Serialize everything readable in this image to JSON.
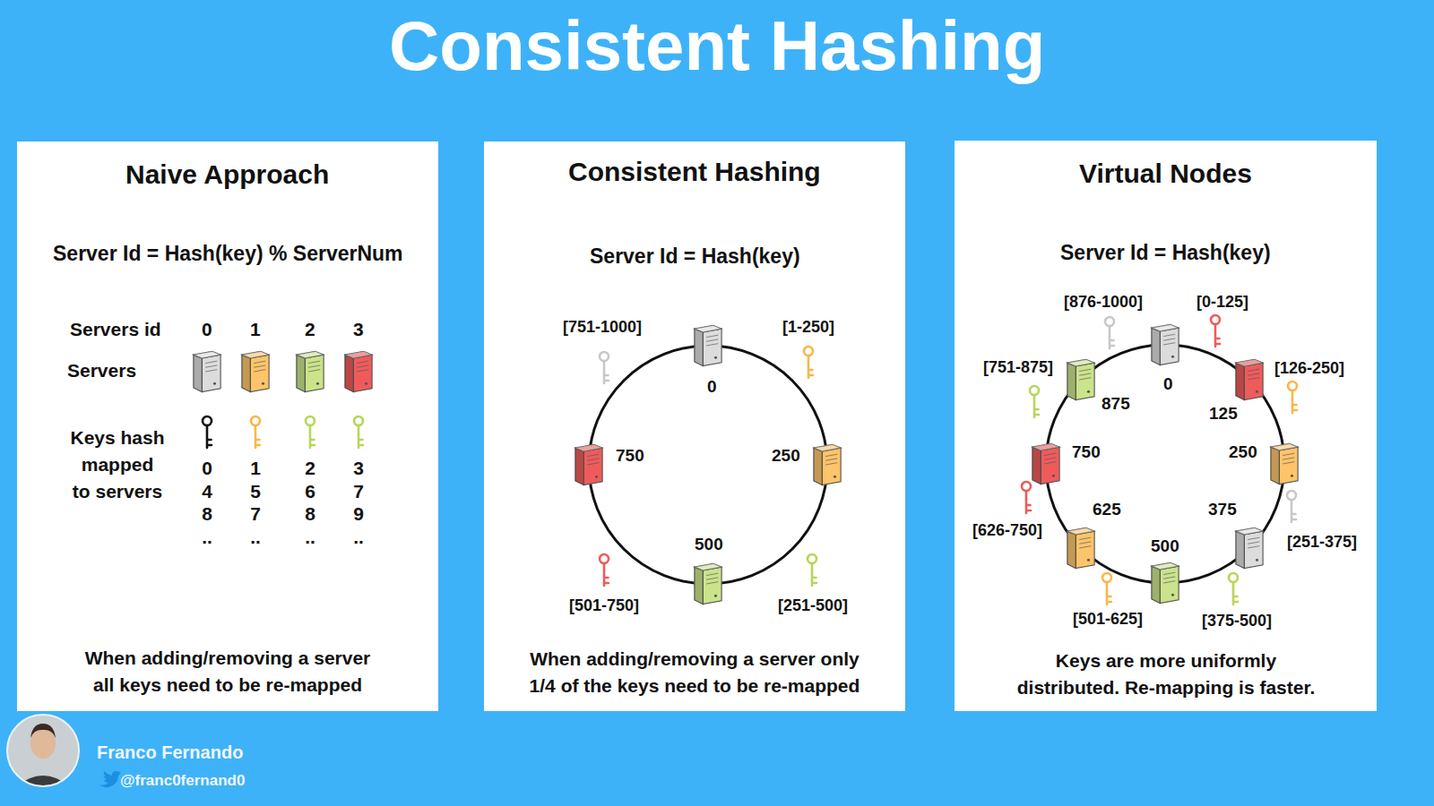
{
  "diagram": {
    "title": "Consistent Hashing",
    "nodes": [
      {
        "text": [
          "Naive Approach",
          "Server Id = Hash(key) % ServerNum",
          "When adding/removing a server all keys need to be re-mapped"
        ]
      },
      {
        "text": [
          "Consistent Hashing",
          "Server Id = Hash(key)",
          "When adding/removing a server only 1/4 of the keys need to be re-mapped"
        ]
      },
      {
        "text": [
          "Virtual Nodes",
          "Server Id = Hash(key)",
          "Keys are more uniformly distributed. Re-mapping is faster."
        ]
      }
    ],
    "labels": [
      "Servers id",
      "0",
      "1",
      "2",
      "3",
      "Servers",
      "Keys hash mapped to servers",
      "0 4 8 ..",
      "1 5 7 ..",
      "2 6 8 ..",
      "3 7 9 ..",
      "[751-1000]",
      "[1-250]",
      "0",
      "750",
      "250",
      "500",
      "[501-750]",
      "[251-500]",
      "[876-1000]",
      "[0-125]",
      "[751-875]",
      "[126-250]",
      "0",
      "875",
      "125",
      "750",
      "250",
      "625",
      "375",
      "500",
      "[626-750]",
      "[251-375]",
      "[501-625]",
      "[375-500]",
      "Franco Fernando",
      "@franc0fernand0"
    ]
  }
}
